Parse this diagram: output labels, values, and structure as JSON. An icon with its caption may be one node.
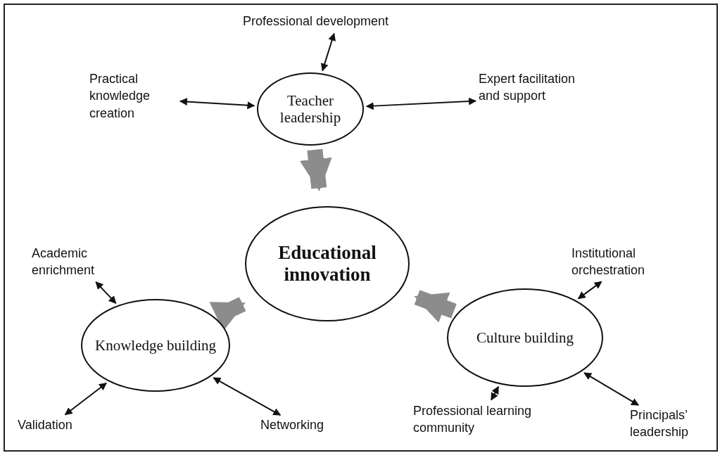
{
  "diagram": {
    "nodes": [
      {
        "text": [
          "Teacher leadership"
        ]
      },
      {
        "text": [
          "Educational innovation"
        ]
      },
      {
        "text": [
          "Knowledge building"
        ]
      },
      {
        "text": [
          "Culture building"
        ]
      },
      {
        "text": [
          "Professional development"
        ]
      },
      {
        "text": [
          "Practical knowledge creation"
        ]
      },
      {
        "text": [
          "Expert facilitation and support"
        ]
      },
      {
        "text": [
          "Academic enrichment"
        ]
      },
      {
        "text": [
          "Institutional orchestration"
        ]
      },
      {
        "text": [
          "Validation"
        ]
      },
      {
        "text": [
          "Networking"
        ]
      },
      {
        "text": [
          "Professional learning community"
        ]
      },
      {
        "text": [
          "Principals’ leadership"
        ]
      }
    ],
    "edges": [
      {
        "from": 4,
        "to": 0,
        "arrow": "both"
      },
      {
        "from": 5,
        "to": 0,
        "arrow": "both"
      },
      {
        "from": 6,
        "to": 0,
        "arrow": "both"
      },
      {
        "from": 0,
        "to": 1,
        "arrow": "to",
        "style": "thick",
        "color": "#8c8c8c"
      },
      {
        "from": 7,
        "to": 2,
        "arrow": "both"
      },
      {
        "from": 8,
        "to": 3,
        "arrow": "both"
      },
      {
        "from": 2,
        "to": 1,
        "arrow": "to",
        "style": "thick",
        "color": "#8c8c8c"
      },
      {
        "from": 3,
        "to": 1,
        "arrow": "to",
        "style": "thick",
        "color": "#8c8c8c"
      },
      {
        "from": 9,
        "to": 2,
        "arrow": "both"
      },
      {
        "from": 10,
        "to": 2,
        "arrow": "both"
      },
      {
        "from": 11,
        "to": 3,
        "arrow": "both"
      },
      {
        "from": 12,
        "to": 3,
        "arrow": "both"
      }
    ]
  }
}
